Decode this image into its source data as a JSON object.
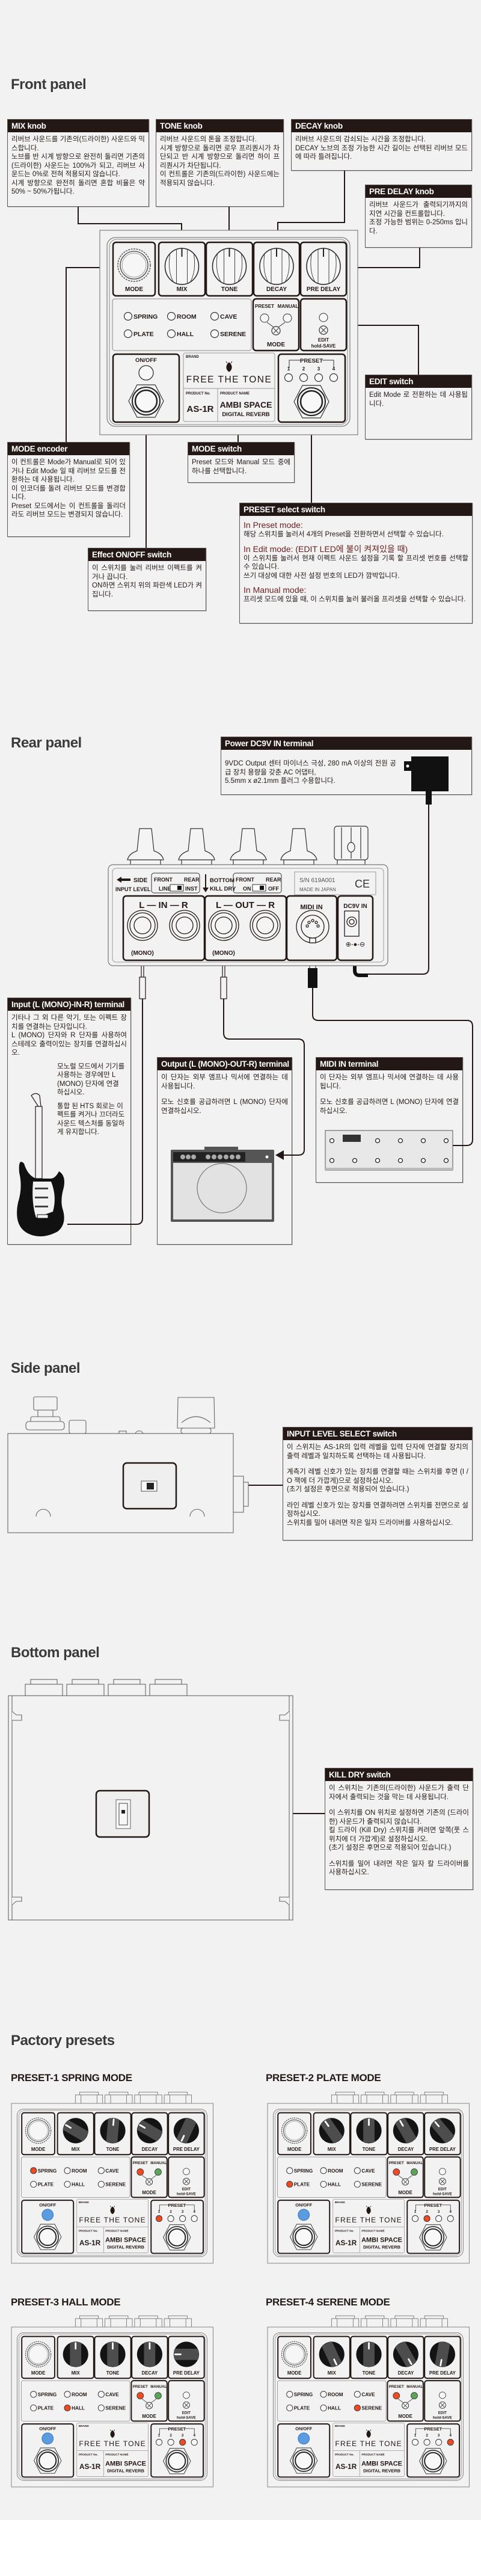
{
  "colors": {
    "led_red": "#ef4a22",
    "led_green": "#5aa55a",
    "led_blue": "#5b9be0",
    "header_bg": "#231815",
    "accent_text": "#6b1f1f"
  },
  "pedal": {
    "mode": "MODE",
    "mix": "MIX",
    "tone": "TONE",
    "decay": "DECAY",
    "pre_delay": "PRE DELAY",
    "modes": [
      "SPRING",
      "ROOM",
      "CAVE",
      "PLATE",
      "HALL",
      "SERENE"
    ],
    "preset_led": "PRESET",
    "manual_led": "MANUAL",
    "mode_switch": "MODE",
    "edit": "EDIT",
    "hold_save": "hold-SAVE",
    "onoff": "ON/OFF",
    "brand_label": "BRAND",
    "brand_name": "FREE THE TONE",
    "product_no_label": "PRODUCT No.",
    "product_name_label": "PRODUCT NAME",
    "product_no": "AS-1R",
    "product_name": "AMBI SPACE",
    "product_sub": "DIGITAL REVERB",
    "preset_title": "PRESET",
    "preset_numbers": [
      "1",
      "2",
      "3",
      "4"
    ]
  },
  "sections": {
    "front": "Front panel",
    "rear": "Rear panel",
    "side": "Side panel",
    "bottom": "Bottom panel",
    "presets": "Pactory presets"
  },
  "front": {
    "mix": {
      "title": "MIX knob",
      "paragraphs": [
        "리버브 사운드를 기존의(드라이한) 사운드와 믹스합니다.",
        "노브를 반 시계 방향으로 완전히 돌리면 기존의(드라이한) 사운드는 100%가 되고, 리버브 사운드는 0%로 전혀 적용되지 않습니다.",
        "시계 방향으로 완전히 돌리면 혼합 비율은 약 50% ~ 50%가됩니다."
      ]
    },
    "tone": {
      "title": "TONE knob",
      "paragraphs": [
        "리버브 사운드의 톤을 조정합니다.",
        "시계 방향으로 돌리면 로우 프리퀀시가 차단되고 반 시계 방향으로 돌리면 하이 프리퀀시가 차단됩니다.",
        "이 컨트롤은 기존의(드라이한) 사운드에는 적용되지 않습니다."
      ]
    },
    "decay": {
      "title": "DECAY knob",
      "paragraphs": [
        "리버브 사운드의 감쇠되는 시간을 조정합니다.",
        "DECAY 노브의 조정 가능한 시간 길이는 선택된 리버브 모드에 따라 틀려집니다."
      ]
    },
    "pre_delay": {
      "title": "PRE DELAY knob",
      "paragraphs": [
        "리버브 사운드가 출력되기까지의 지연 시간을 컨트롤합니다.",
        "조정 가능한 범위는 0-250ms 입니다."
      ]
    },
    "edit": {
      "title": "EDIT switch",
      "paragraphs": [
        "Edit Mode 로 전환하는 데 사용됩니다."
      ]
    },
    "mode_encoder": {
      "title": "MODE encoder",
      "paragraphs": [
        "이 컨트롤은 Mode가 Manual로 되어 있거나 Edit Mode 일 때 리버브 모드를 전환하는 데 사용됩니다.",
        "이 인코더를 돌려 리버브 모드를 변경합니다.",
        "Preset 모드에서는 이 컨트롤을 돌리더라도 리버브 모드는 변경되지 않습니다."
      ]
    },
    "mode_switch": {
      "title": "MODE switch",
      "paragraphs": [
        "Preset 모드와 Manual 모드 중에 하나를 선택합니다."
      ]
    },
    "onoff": {
      "title": "Effect ON/OFF switch",
      "paragraphs": [
        "이 스위치를 눌러 리버브 이펙트를 켜거나 끕니다.",
        "ON하면 스위치 위의 파란색 LED가 켜집니다."
      ]
    },
    "preset_select": {
      "title": "PRESET select switch",
      "paragraphs": [
        {
          "heading": "In Preset mode:",
          "text": "해당 스위치를 눌러서 4개의 Preset을 전환하면서 선택할 수 있습니다."
        },
        {
          "heading": "In Edit mode: (EDIT LED에 불이 켜져있을 때)",
          "text": "이 스위치를 눌러서 현재 이펙트 사운드 설정을 기록 할 프리셋 번호를 선택할 수 있습니다.\n쓰기 대상에 대한 사전 설정 번호의 LED가 깜박입니다."
        },
        {
          "heading": "In Manual mode:",
          "text": "프리셋 모드에 있을 때, 이 스위치를 눌러 불러올 프리셋을 선택할 수 있습니다."
        }
      ]
    }
  },
  "rear": {
    "power": {
      "title": "Power DC9V IN terminal",
      "paragraphs": [
        "9VDC Output 센터 마이너스 극성, 280 mA 이상의 전원 공급 장치 용량을 갖춘 AC 어댑터,\n5.5mm x ø2.1mm 플러그 수용합니다."
      ]
    },
    "input": {
      "title": "Input (L (MONO)-IN-R) terminal",
      "paragraphs": [
        "기타나 그 외 다른 악기, 또는 이펙트 장치를 연결하는 단자입니다.",
        "L (MONO) 단자와 R 단자를 사용하여 스테레오 출력이있는 장치를 연결하십시오.",
        {
          "indent": true,
          "text": "모노럴 모드에서 기기를 사용하는 경우에만 L (MONO) 단자에 연결 하십시오."
        },
        {
          "indent": true,
          "text": "통합 된 HTS 회로는 이펙트를 켜거나 끄더라도 사운드 텍스처를 동일하게 유지합니다."
        }
      ]
    },
    "output": {
      "title": "Output (L (MONO)-OUT-R) terminal",
      "paragraphs": [
        "이 단자는 외부 앰프나 믹서에 연결하는 데 사용됩니다.",
        {
          "gap": true,
          "text": "모노 신호를 공급하려면 L (MONO) 단자에 연결하십시오."
        }
      ]
    },
    "midi": {
      "title": "MIDI IN terminal",
      "paragraphs": [
        "이 단자는 외부 앰프나 믹서에 연결하는 데 사용됩니다.",
        {
          "gap": true,
          "text": "모노 신호를 공급하려면 L (MONO) 단자에 연결하십시오."
        }
      ]
    },
    "labels": {
      "side": "SIDE",
      "input_level": "INPUT LEVEL",
      "front": "FRONT",
      "rear": "REAR",
      "line": "LINE",
      "inst": "INST",
      "bottom": "BOTTOM",
      "kill_dry": "KILL DRY",
      "on": "ON",
      "off": "OFF",
      "serial": "S/N 619A001",
      "made_in": "MADE IN JAPAN",
      "ce": "CE",
      "in": "L — IN — R",
      "out": "L — OUT — R",
      "mono": "(MONO)",
      "midi_in": "MIDI IN",
      "dc_in": "DC9V IN",
      "polarity": "⊕-●-⊖"
    }
  },
  "side": {
    "input_level": {
      "title": "INPUT LEVEL SELECT switch",
      "paragraphs": [
        "이 스위치는 AS-1R의 입력 레벨을 입력 단자에 연결할 장치의 출력 레벨과 일치하도록 선택하는 데 사용됩니다.",
        {
          "gap": true,
          "text": "계측기 레벨 신호가 있는 장치를 연결할 때는 스위치를 후면 (I / O 잭에 더 가깝게)으로 설정하십시오.\n(초기 설정은 후면으로 적용되어 있습니다.)"
        },
        {
          "gap": true,
          "text": "라인 레벨 신호가 있는 장치를 연결하려면 스위치를 전면으로 설정하십시오.\n스위치를 밀어 내려면 작은 일자 드라이버를 사용하십시오."
        }
      ]
    }
  },
  "bottom": {
    "kill_dry": {
      "title": "KILL DRY switch",
      "paragraphs": [
        "이 스위치는 기존의(드라이한) 사운드가 출력 단자에서 출력되는 것을 막는 데 사용됩니다.",
        {
          "gap": true,
          "text": "이 스위치를 ON 위치로 설정하면 기존의 (드라이한) 사운드가 출력되지 않습니다.\n킬 드라이 (Kill Dry) 스위치를 켜려면 앞쪽(풋 스위치에 더 가깝게)로 설정하십시오.\n(초기 설정은 후면으로 적용되어 있습니다.)"
        },
        {
          "gap": true,
          "text": "스위치를 밀어 내려면 작은 일자 칼 드라이버를 사용하십시오."
        }
      ]
    }
  },
  "factory_presets": [
    {
      "title": "PRESET-1 SPRING MODE",
      "mode": "SPRING",
      "preset": 1,
      "knob_angles_deg": {
        "mix": -60,
        "tone": 5,
        "decay": -60,
        "pre_delay": -155
      }
    },
    {
      "title": "PRESET-2 PLATE MODE",
      "mode": "PLATE",
      "preset": 2,
      "knob_angles_deg": {
        "mix": -35,
        "tone": 0,
        "decay": -30,
        "pre_delay": -40
      }
    },
    {
      "title": "PRESET-3 HALL MODE",
      "mode": "HALL",
      "preset": 3,
      "knob_angles_deg": {
        "mix": 0,
        "tone": 0,
        "decay": 0,
        "pre_delay": -90
      }
    },
    {
      "title": "PRESET-4 SERENE MODE",
      "mode": "SERENE",
      "preset": 4,
      "knob_angles_deg": {
        "mix": 155,
        "tone": 0,
        "decay": 150,
        "pre_delay": -170
      }
    }
  ]
}
